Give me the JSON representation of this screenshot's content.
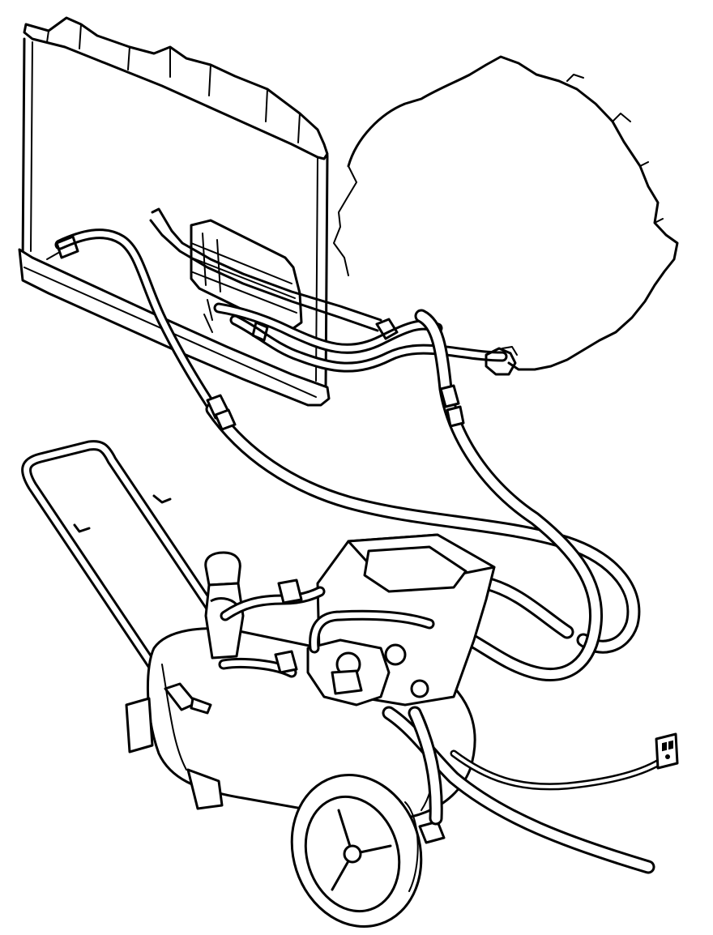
{
  "figure": {
    "components": [
      "radiator",
      "transmission-cooler",
      "transmission",
      "cooler-line-hoses",
      "air-compressor",
      "compressor-wheel",
      "power-cord",
      "wall-outlet"
    ]
  }
}
